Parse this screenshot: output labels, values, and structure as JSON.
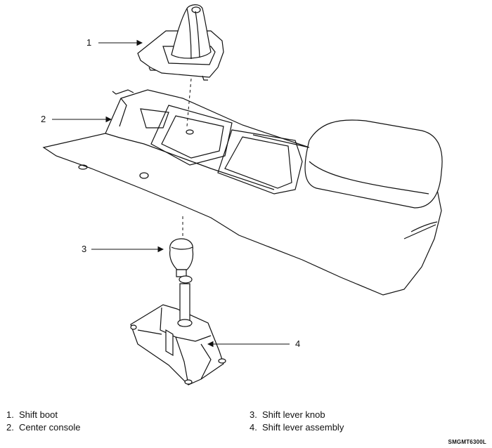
{
  "callouts": [
    "1",
    "2",
    "3",
    "4"
  ],
  "legend": {
    "left": [
      {
        "num": "1.",
        "label": "Shift boot"
      },
      {
        "num": "2.",
        "label": "Center console"
      }
    ],
    "right": [
      {
        "num": "3.",
        "label": "Shift lever knob"
      },
      {
        "num": "4.",
        "label": "Shift lever assembly"
      }
    ]
  },
  "figure_code": "SMGMT6300L"
}
